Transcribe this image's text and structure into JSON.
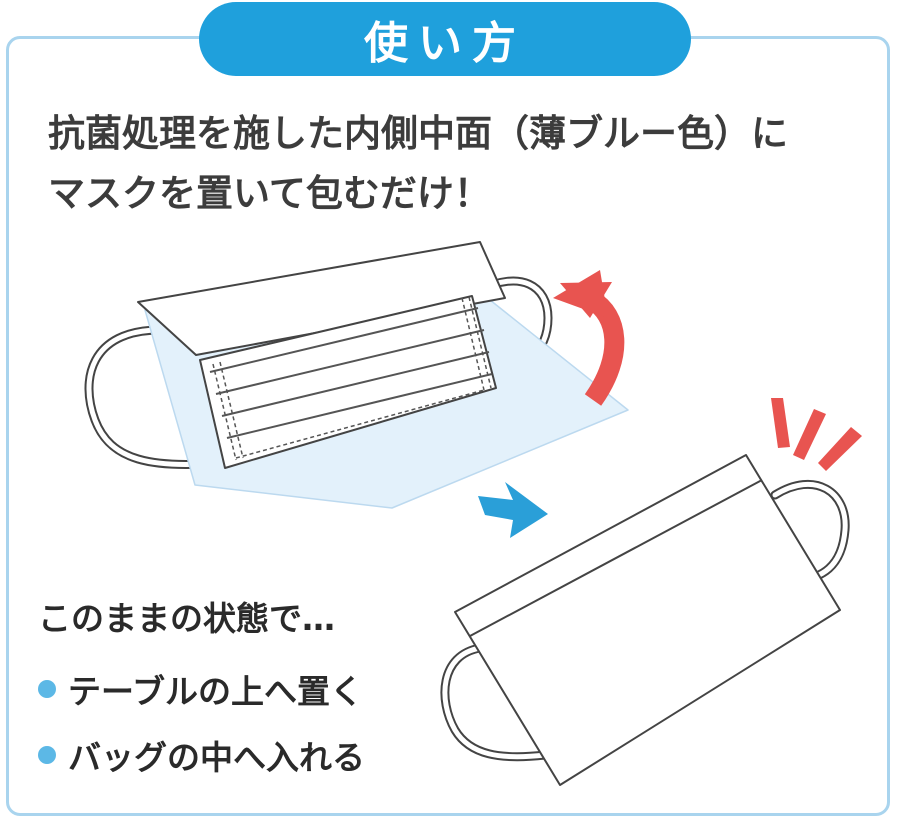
{
  "title": "使い方",
  "headline": {
    "line1": "抗菌処理を施した内側中面（薄ブルー色）に",
    "line2": "マスクを置いて包むだけ！"
  },
  "status_text": "このままの状態で…",
  "bullets": [
    {
      "label": "テーブルの上へ置く"
    },
    {
      "label": "バッグの中へ入れる"
    }
  ],
  "colors": {
    "accent_blue": "#1fa0dc",
    "frame_blue": "#a9d4ee",
    "inner_light_blue": "#e3f1fb",
    "fold_arrow_red": "#e85450",
    "step_arrow_blue": "#2a9fd8",
    "bullet_dot": "#5cb8e6"
  },
  "icons": [
    "curved-fold-arrow-icon",
    "step-arrow-icon",
    "done-burst-icon"
  ]
}
